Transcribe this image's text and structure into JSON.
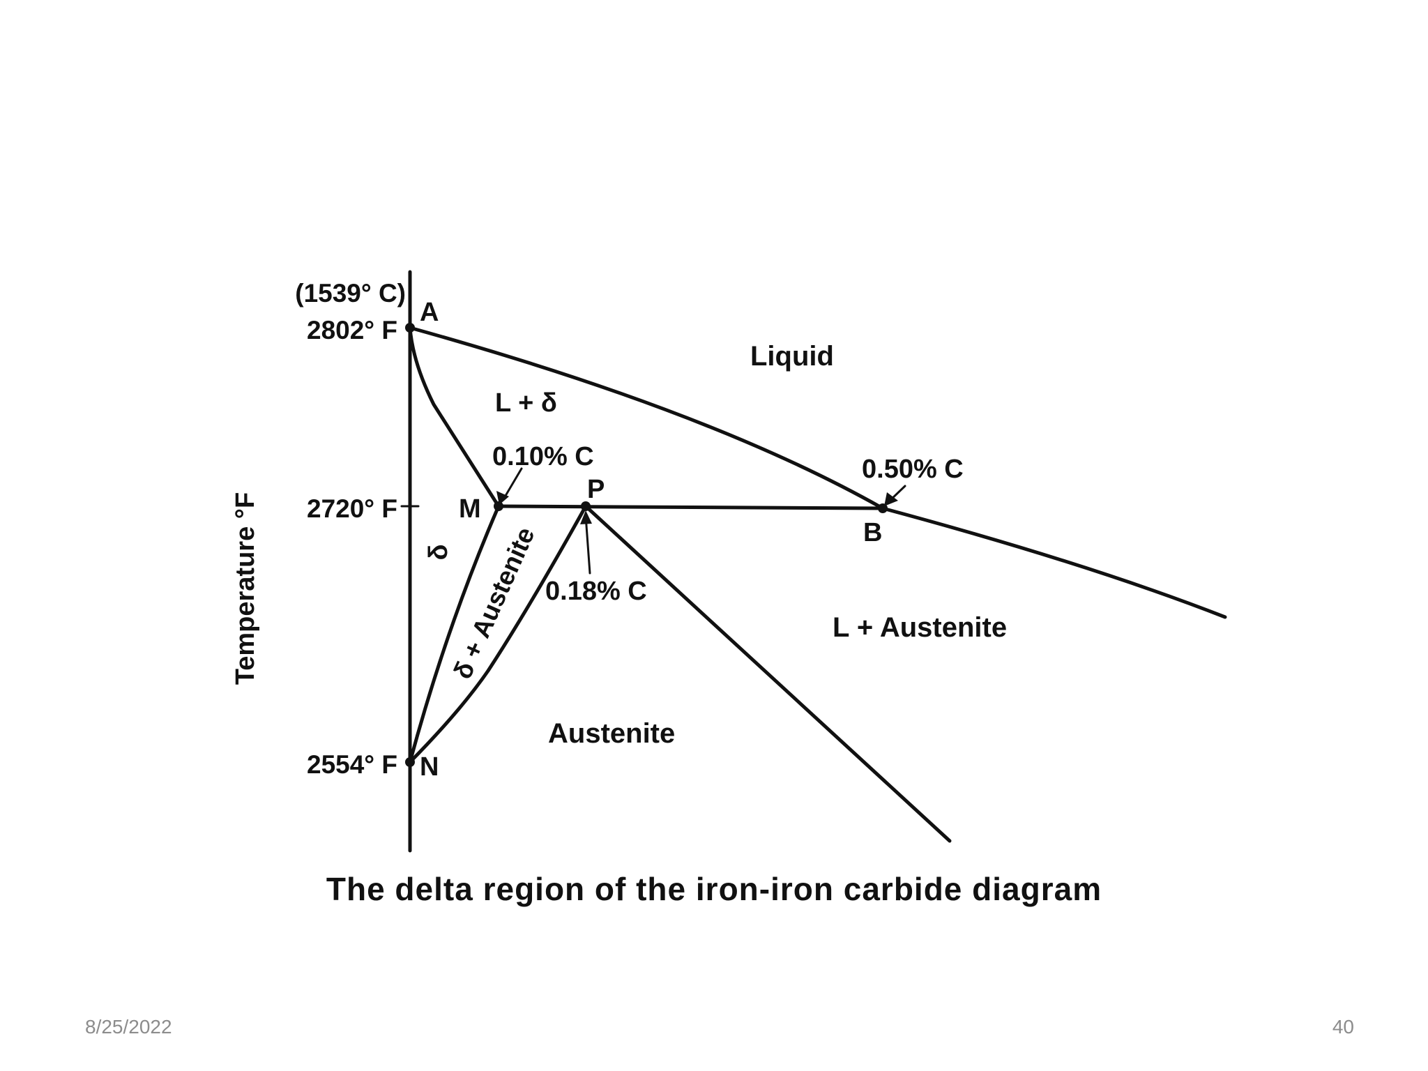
{
  "caption": "The delta region of the iron-iron carbide diagram",
  "axis": {
    "ylabel": "Temperature °F",
    "ticks": [
      {
        "id": "celsius",
        "label": "(1539° C)"
      },
      {
        "id": "t2802",
        "label": "2802° F"
      },
      {
        "id": "t2720",
        "label": "2720° F"
      },
      {
        "id": "t2554",
        "label": "2554° F"
      }
    ]
  },
  "points": {
    "A": "A",
    "M": "M",
    "P": "P",
    "B": "B",
    "N": "N"
  },
  "regions": {
    "liquid": "Liquid",
    "l_delta": "L + δ",
    "delta": "δ",
    "delta_austenite": "δ + Austenite",
    "l_austenite": "L + Austenite",
    "austenite": "Austenite"
  },
  "compositions": {
    "m": "0.10% C",
    "p": "0.18% C",
    "b": "0.50% C"
  },
  "footer": {
    "date": "8/25/2022",
    "page": "40"
  },
  "colors": {
    "ink": "#111111",
    "footer": "#8c8c8c",
    "background": "#ffffff"
  }
}
